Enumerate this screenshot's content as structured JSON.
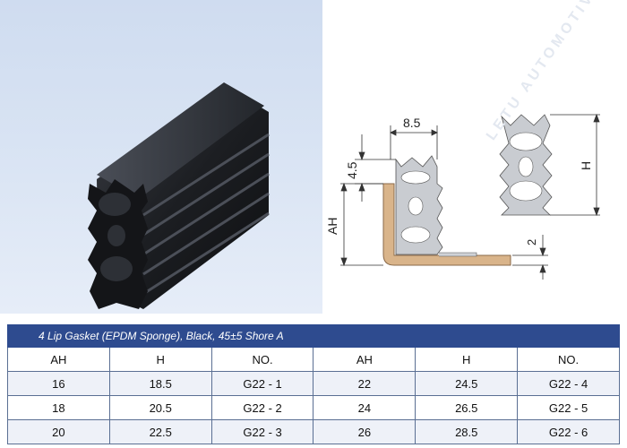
{
  "drawing": {
    "dim_width": "8.5",
    "dim_lip": "4.5",
    "dim_ah": "AH",
    "dim_h": "H",
    "dim_base": "2"
  },
  "watermark": {
    "text": "LETU AUTOMOTIVE"
  },
  "table": {
    "title": "4 Lip Gasket (EPDM Sponge), Black, 45±5 Shore A",
    "headers": [
      "AH",
      "H",
      "NO.",
      "AH",
      "H",
      "NO."
    ],
    "rows": [
      [
        "16",
        "18.5",
        "G22 - 1",
        "22",
        "24.5",
        "G22 - 4"
      ],
      [
        "18",
        "20.5",
        "G22 - 2",
        "24",
        "26.5",
        "G22 - 5"
      ],
      [
        "20",
        "22.5",
        "G22 - 3",
        "26",
        "28.5",
        "G22 - 6"
      ]
    ]
  },
  "colors": {
    "header_bar": "#2e4b8f",
    "photo_bg": "#d8e3f3",
    "bracket": "#d9b48a",
    "gasket_drawing": "#c9ccd1"
  }
}
